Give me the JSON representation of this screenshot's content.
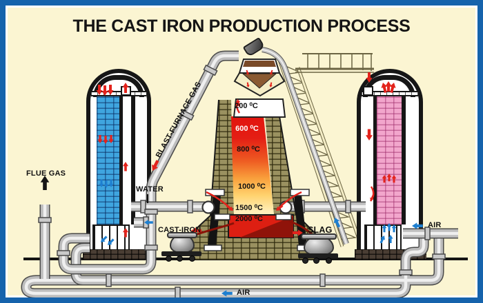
{
  "title": "THE CAST IRON PRODUCTION PROCESS",
  "furnace": {
    "temps": [
      "200 ⁰C",
      "600 ⁰C",
      "800 ⁰C",
      "1000 ⁰C",
      "1500 ⁰C",
      "2000 ⁰C"
    ]
  },
  "labels": {
    "flue_gas": "FLUE GAS",
    "water": "WATER",
    "blast_furnace_gas": "BLAST-FURNACE GAS",
    "cast_iron": "CAST-IRON",
    "slag": "SLAG",
    "air_right": "AIR",
    "air_bottom": "AIR"
  },
  "colors": {
    "frame_blue": "#1563AC",
    "background_cream": "#FBF5D2",
    "hot_red": "#E3231C",
    "air_blue": "#1E7FD0",
    "checker_blue": "#3FA5DF",
    "checker_pink": "#F2A6CC",
    "brick_olive": "#9A9160"
  }
}
